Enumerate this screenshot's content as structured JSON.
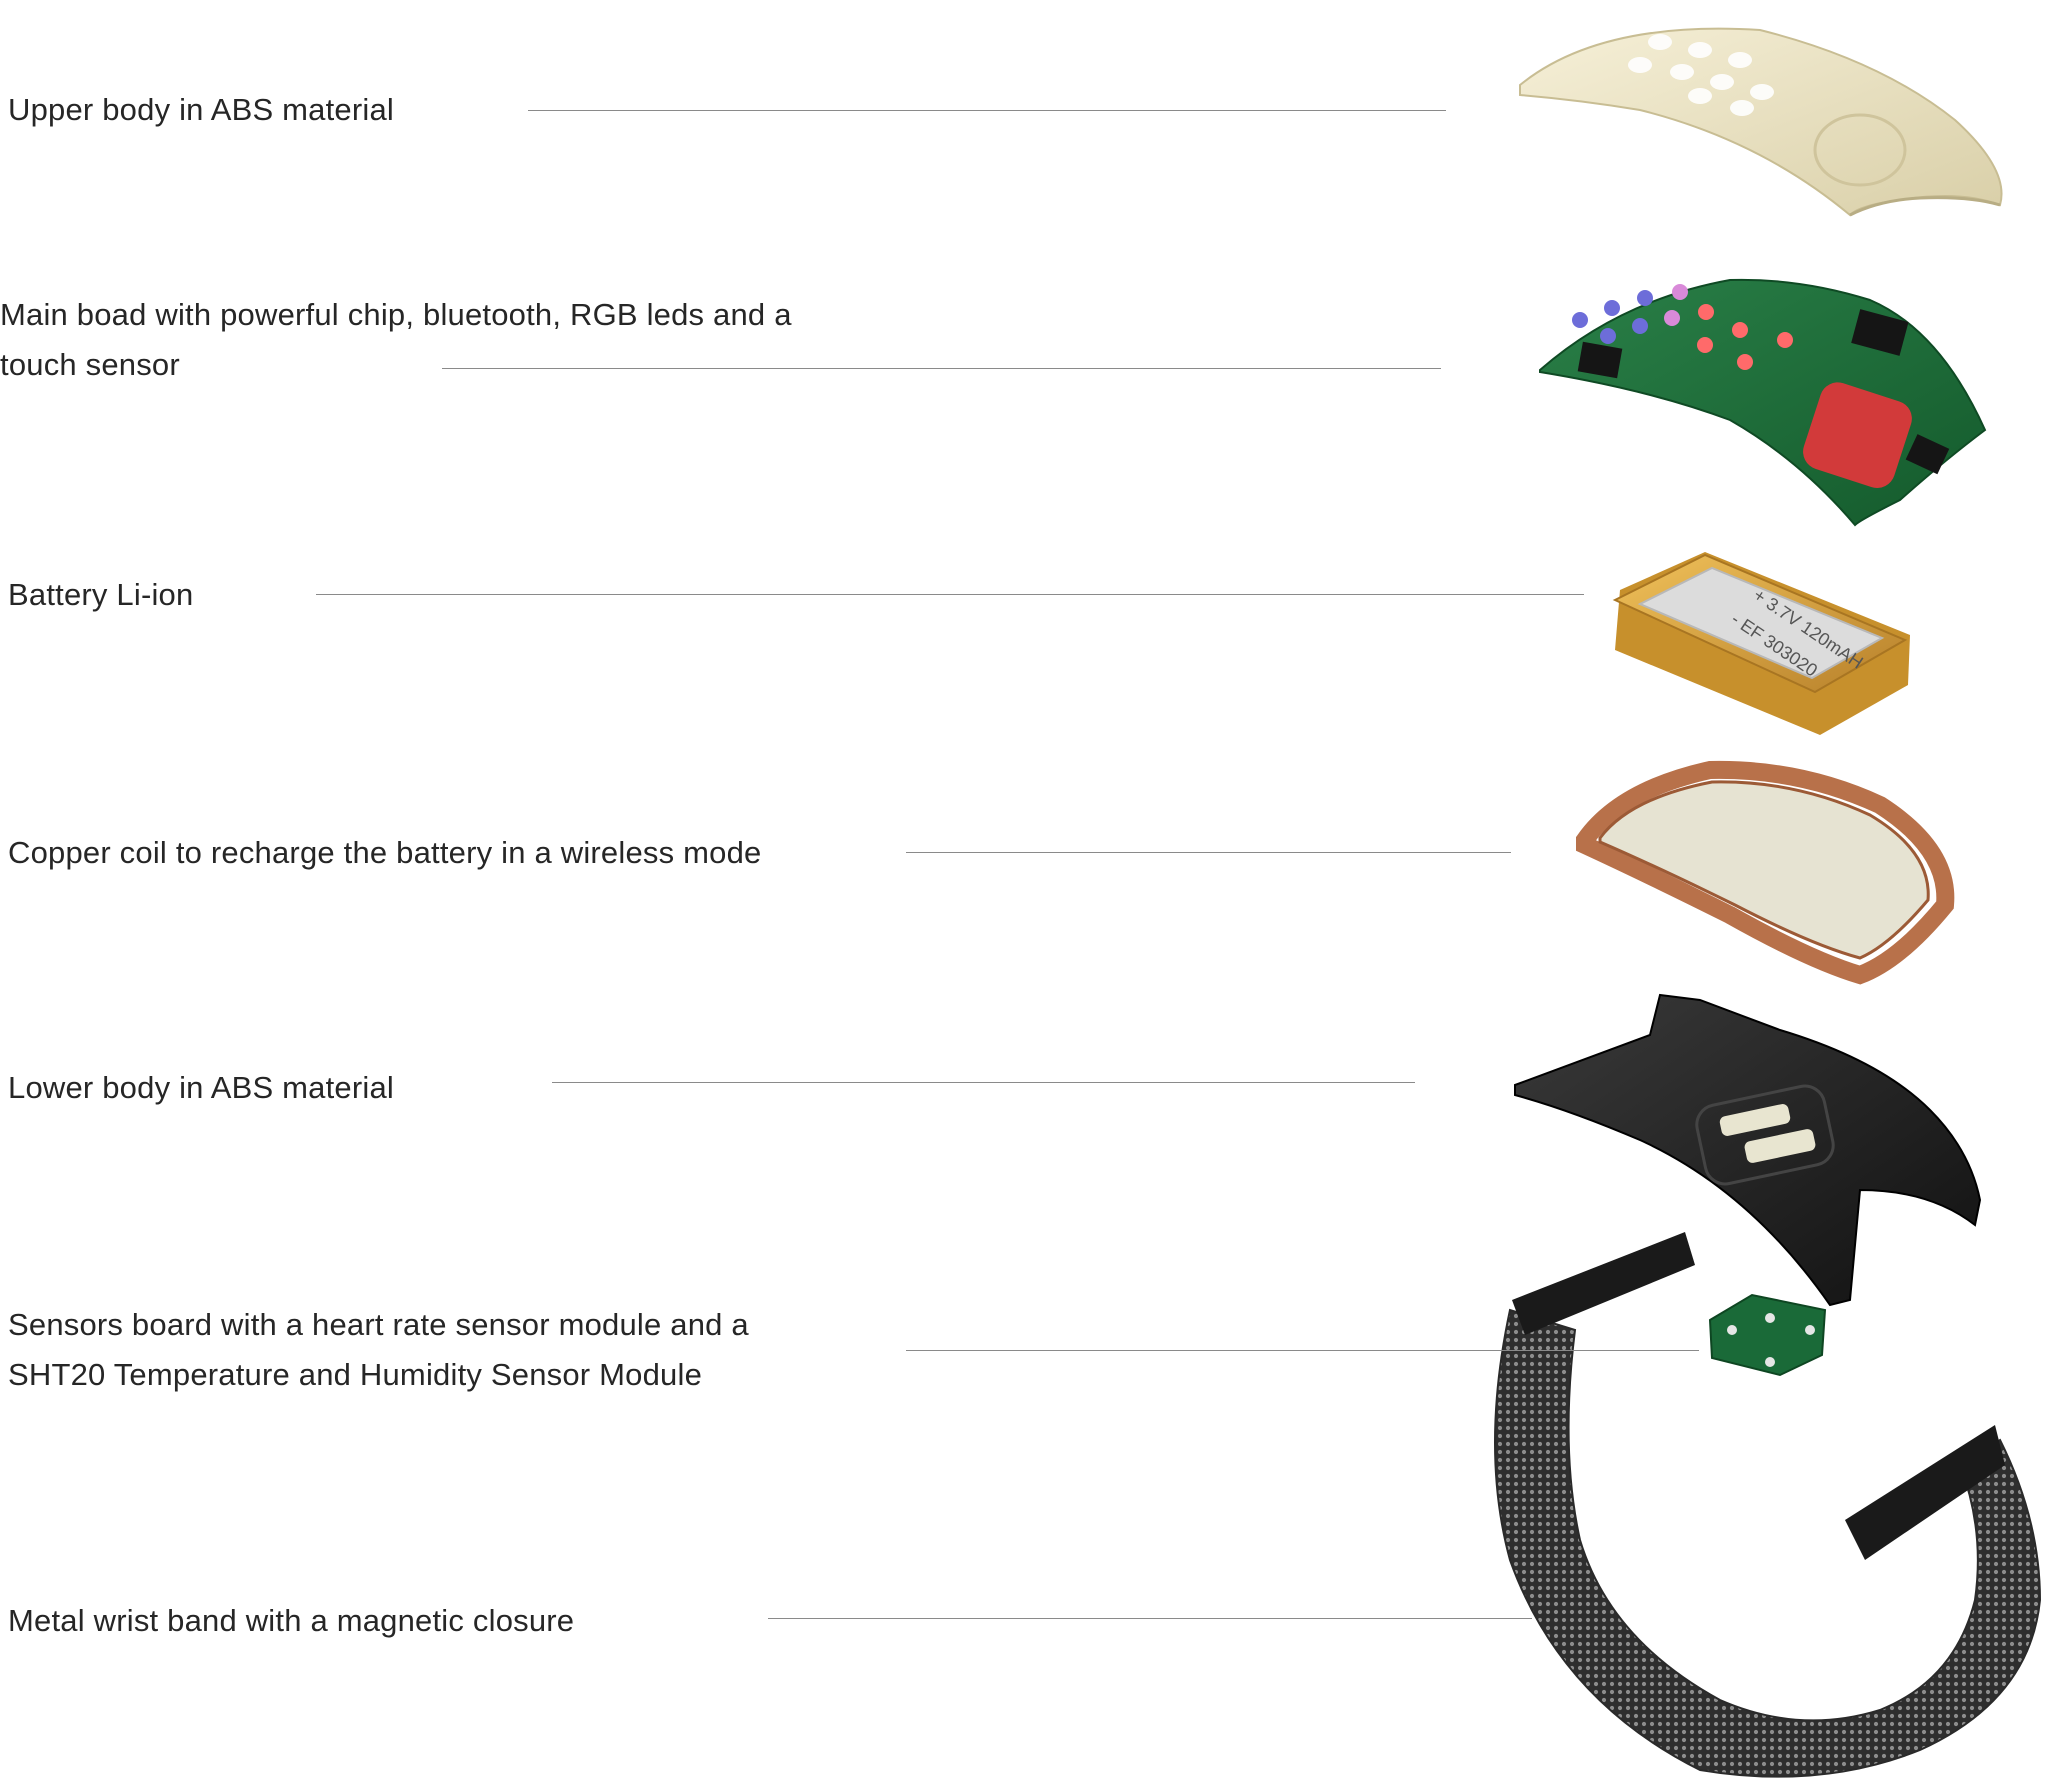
{
  "components": [
    {
      "id": "upper_body",
      "label": "Upper body in ABS material"
    },
    {
      "id": "main_board",
      "label_lines": [
        "Main boad with powerful chip, bluetooth, RGB leds and a",
        "touch sensor"
      ]
    },
    {
      "id": "battery",
      "label": "Battery Li-ion",
      "print_lines": [
        "+ 3.7V 120mAH",
        "- EF 303020"
      ]
    },
    {
      "id": "copper_coil",
      "label": "Copper coil to recharge the battery in a wireless mode"
    },
    {
      "id": "lower_body",
      "label": "Lower body in ABS material"
    },
    {
      "id": "sensors_board",
      "label_lines": [
        "Sensors board with a heart rate sensor module and a",
        "SHT20 Temperature and Humidity Sensor Module"
      ]
    },
    {
      "id": "wrist_band",
      "label": "Metal wrist band with a magnetic closure"
    }
  ],
  "colors": {
    "abs_upper": "#ece4c4",
    "pcb_green": "#1f6b3a",
    "battery_amber": "#d9a53a",
    "copper": "#b8714a",
    "abs_lower": "#1e1e1e",
    "mesh": "#3a3a3a"
  }
}
